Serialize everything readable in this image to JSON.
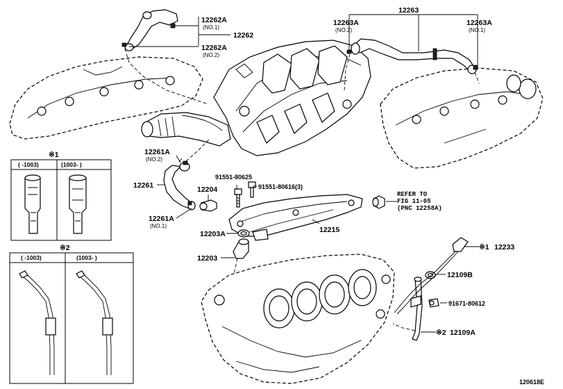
{
  "callouts": {
    "p12262A_1": "12262A",
    "p12262A_1_sub": "(NO.1)",
    "p12262": "12262",
    "p12262A_2": "12262A",
    "p12262A_2_sub": "(NO.2)",
    "p12263": "12263",
    "p12263A_2": "12263A",
    "p12263A_2_sub": "(NO.2)",
    "p12263A_1": "12263A",
    "p12263A_1_sub": "(NO.1)",
    "p12261A_2": "12261A",
    "p12261A_2_sub": "(NO.2)",
    "p12261": "12261",
    "p12261A_1": "12261A",
    "p12261A_1_sub": "(NO.1)",
    "p12204": "12204",
    "p91551_80625": "91551-80625",
    "p91551_80616": "91551-80616(3)",
    "refer_line1": "REFER TO",
    "refer_line2": "FIG 11-05",
    "refer_line3": "(PNC 12258A)",
    "p12215": "12215",
    "p12203A": "12203A",
    "p12203": "12203",
    "p12233": "12233",
    "p12233_mark": "※1",
    "p12109B": "12109B",
    "p91671_80612": "91671-80612",
    "p12109A": "12109A",
    "p12109A_mark": "※2"
  },
  "inset1": {
    "mark": "※1",
    "col1": "(    -1003)",
    "col2": "(1003-     )"
  },
  "inset2": {
    "mark": "※2",
    "col1": "(    -1003)",
    "col2": "(1003-     )"
  },
  "figure_id": "120618E"
}
